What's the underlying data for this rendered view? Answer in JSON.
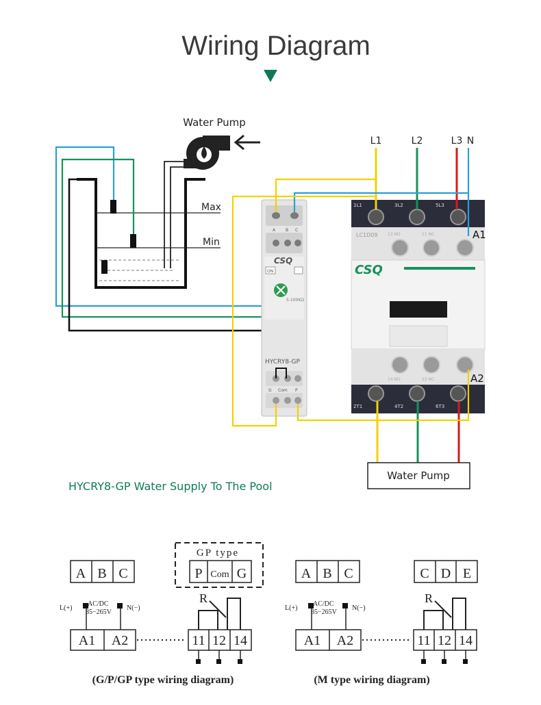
{
  "title": "Wiring Diagram",
  "top_diagram": {
    "pump_label": "Water Pump",
    "level_max": "Max",
    "level_min": "Min",
    "lines": {
      "l1": "L1",
      "l2": "L2",
      "l3": "L3",
      "n": "N"
    },
    "coil_a1": "A1",
    "coil_a2": "A2",
    "relay": {
      "model": "HYCRY8-GP",
      "brand": "CSQ",
      "terminal_a": "A",
      "terminal_b": "B",
      "terminal_c": "C",
      "on_label": "ON",
      "range": "5-100KΩ",
      "bottom_g": "G",
      "bottom_com": "Com",
      "bottom_p": "P"
    },
    "contactor": {
      "brand": "CSQ",
      "model": "LC1D09",
      "t_1l1": "1L1",
      "t_3l2": "3L2",
      "t_5l3": "5L3",
      "t_2t1": "2T1",
      "t_4t2": "4T2",
      "t_6t3": "6T3",
      "aux_13no": "13 NO",
      "aux_21nc": "21 NC",
      "aux_14no": "14 NO",
      "aux_22nc": "22 NC"
    },
    "motor_box": "Water Pump",
    "caption": "HYCRY8-GP Water Supply To The Pool"
  },
  "schematic_left": {
    "probe_a": "A",
    "probe_b": "B",
    "probe_c": "C",
    "gp_type_label": "GP type",
    "gp_p": "P",
    "gp_com": "Com",
    "gp_g": "G",
    "supply_pos": "L(+)",
    "supply_neg": "N(−)",
    "supply_ac": "AC/DC",
    "supply_v": "85−265V",
    "coil_a1": "A1",
    "coil_a2": "A2",
    "relay_r": "R",
    "contact_11": "11",
    "contact_12": "12",
    "contact_14": "14",
    "caption": "(G/P/GP type wiring diagram)"
  },
  "schematic_right": {
    "probe_a": "A",
    "probe_b": "B",
    "probe_c": "C",
    "out_c": "C",
    "out_d": "D",
    "out_e": "E",
    "supply_pos": "L(+)",
    "supply_neg": "N(−)",
    "supply_ac": "AC/DC",
    "supply_v": "85−265V",
    "coil_a1": "A1",
    "coil_a2": "A2",
    "relay_r": "R",
    "contact_11": "11",
    "contact_12": "12",
    "contact_14": "14",
    "caption": "(M type wiring diagram)"
  },
  "colors": {
    "title": "#3a3a3a",
    "accent": "#0e7a5a",
    "wire_yellow": "#f4d000",
    "wire_green": "#15925a",
    "wire_red": "#d71a1a",
    "wire_blue": "#2a9fd6",
    "wire_black": "#111111",
    "contactor_dark": "#2b2d3a"
  }
}
